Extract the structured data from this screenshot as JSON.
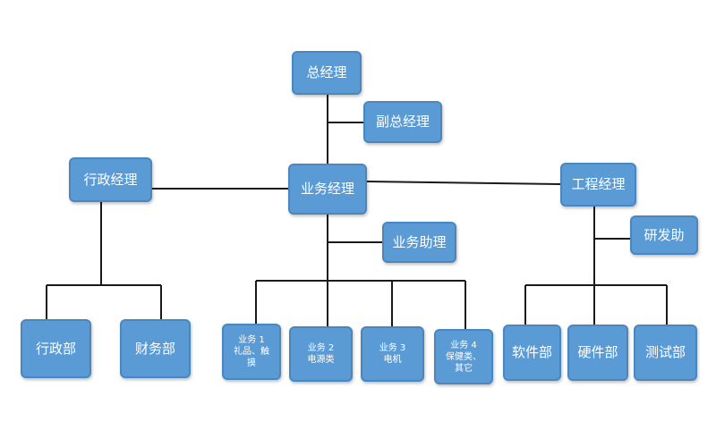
{
  "org": {
    "ceo": "总经理",
    "vice_ceo": "副总经理",
    "admin_manager": "行政经理",
    "sales_manager": "业务经理",
    "eng_manager": "工程经理",
    "sales_assistant": "业务助理",
    "rd_assistant": "研发助",
    "admin_dept": "行政部",
    "finance_dept": "财务部",
    "biz1": "业务 1\n礼品、触\n摸",
    "biz2": "业务 2\n电源类",
    "biz3": "业务 3\n电机",
    "biz4": "业务 4\n保健类、\n其它",
    "software_dept": "软件部",
    "hardware_dept": "硬件部",
    "test_dept": "测试部"
  },
  "colors": {
    "box_fill": "#5b9bd5",
    "box_border": "#4a86c0",
    "connector": "#1a1a1a"
  }
}
